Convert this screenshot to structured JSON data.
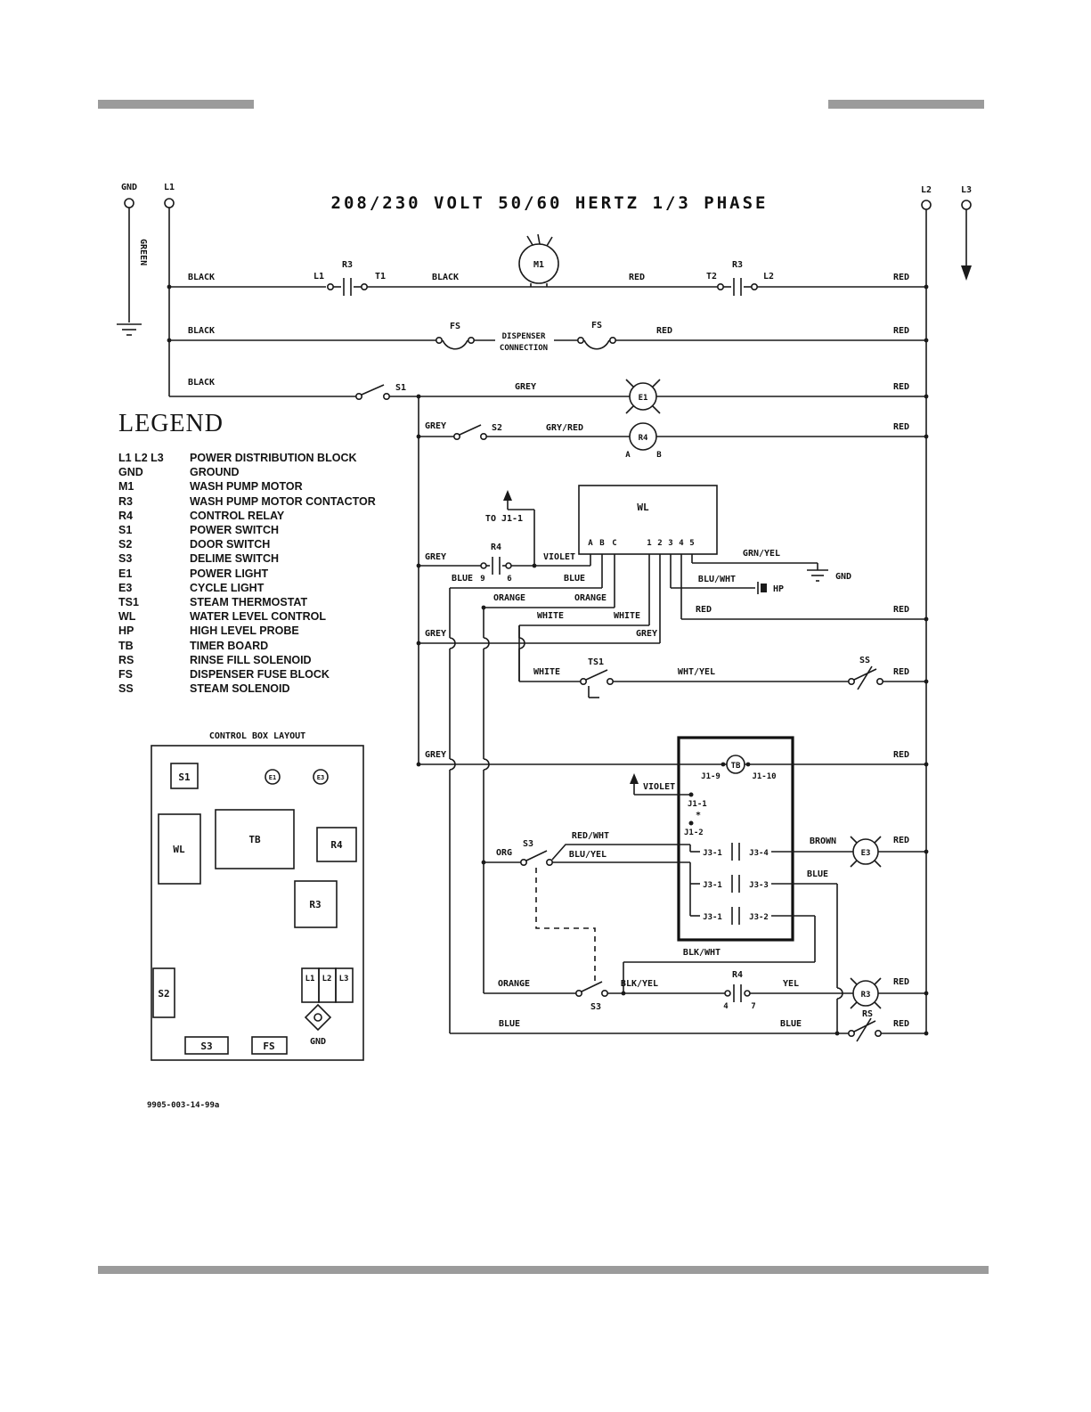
{
  "page": {
    "title": "208/230 VOLT 50/60 HERTZ 1/3 PHASE",
    "doc_code": "9905-003-14-99a"
  },
  "rails": {
    "gnd": "GND",
    "l1": "L1",
    "l2": "L2",
    "l3": "L3",
    "green": "GREEN"
  },
  "legend": {
    "heading": "LEGEND",
    "items": [
      {
        "key": "L1 L2 L3",
        "desc": "POWER DISTRIBUTION BLOCK"
      },
      {
        "key": "GND",
        "desc": "GROUND"
      },
      {
        "key": "M1",
        "desc": "WASH PUMP MOTOR"
      },
      {
        "key": "R3",
        "desc": "WASH PUMP MOTOR CONTACTOR"
      },
      {
        "key": "R4",
        "desc": "CONTROL RELAY"
      },
      {
        "key": "S1",
        "desc": "POWER SWITCH"
      },
      {
        "key": "S2",
        "desc": "DOOR SWITCH"
      },
      {
        "key": "S3",
        "desc": "DELIME SWITCH"
      },
      {
        "key": "E1",
        "desc": "POWER LIGHT"
      },
      {
        "key": "E3",
        "desc": "CYCLE LIGHT"
      },
      {
        "key": "TS1",
        "desc": "STEAM THERMOSTAT"
      },
      {
        "key": "WL",
        "desc": "WATER LEVEL CONTROL"
      },
      {
        "key": "HP",
        "desc": "HIGH LEVEL PROBE"
      },
      {
        "key": "TB",
        "desc": "TIMER BOARD"
      },
      {
        "key": "RS",
        "desc": "RINSE FILL SOLENOID"
      },
      {
        "key": "FS",
        "desc": "DISPENSER FUSE BLOCK"
      },
      {
        "key": "SS",
        "desc": "STEAM SOLENOID"
      }
    ]
  },
  "control_box": {
    "title": "CONTROL BOX LAYOUT",
    "s1": "S1",
    "e1": "E1",
    "e3": "E3",
    "wl": "WL",
    "tb": "TB",
    "r4": "R4",
    "r3": "R3",
    "s2": "S2",
    "l1": "L1",
    "l2": "L2",
    "l3": "L3",
    "gnd": "GND",
    "s3": "S3",
    "fs": "FS"
  },
  "sch": {
    "row1": {
      "black1": "BLACK",
      "l1": "L1",
      "r3a": "R3",
      "t1": "T1",
      "black2": "BLACK",
      "m1": "M1",
      "red1": "RED",
      "t2": "T2",
      "r3b": "R3",
      "l2": "L2",
      "red2": "RED"
    },
    "row2": {
      "black": "BLACK",
      "fs1": "FS",
      "disp1": "DISPENSER",
      "disp2": "CONNECTION",
      "fs2": "FS",
      "red1": "RED",
      "red2": "RED"
    },
    "row3": {
      "black": "BLACK",
      "s1": "S1",
      "grey": "GREY",
      "e1": "E1",
      "red": "RED"
    },
    "row4": {
      "grey": "GREY",
      "s2": "S2",
      "gryred": "GRY/RED",
      "r4": "R4",
      "a": "A",
      "b": "B",
      "red": "RED"
    },
    "wl": {
      "label": "WL",
      "toj11": "TO J1-1",
      "a": "A",
      "b": "B",
      "c": "C",
      "n1": "1",
      "n2": "2",
      "n3": "3",
      "n4": "4",
      "n5": "5"
    },
    "row5": {
      "grey": "GREY",
      "r4": "R4",
      "t9": "9",
      "t6": "6",
      "violet": "VIOLET",
      "grnyel": "GRN/YEL",
      "gnd": "GND"
    },
    "row6": {
      "blue1": "BLUE",
      "blue2": "BLUE",
      "bluwht": "BLU/WHT",
      "hp": "HP"
    },
    "row7": {
      "orange1": "ORANGE",
      "orange2": "ORANGE"
    },
    "row8": {
      "white1": "WHITE",
      "white2": "WHITE",
      "red1": "RED",
      "red2": "RED"
    },
    "row9": {
      "grey1": "GREY",
      "grey2": "GREY"
    },
    "row10": {
      "white": "WHITE",
      "ts1": "TS1",
      "whtyel": "WHT/YEL",
      "ss": "SS",
      "red": "RED"
    },
    "tbrow": {
      "grey": "GREY",
      "j19": "J1-9",
      "tb": "TB",
      "j110": "J1-10",
      "red": "RED"
    },
    "j1": {
      "violet": "VIOLET",
      "j11": "J1-1",
      "star": "*",
      "j12": "J1-2"
    },
    "s3a": {
      "org": "ORG",
      "s3": "S3",
      "redwht": "RED/WHT",
      "bluyel": "BLU/YEL"
    },
    "j3": {
      "r1l": "J3-1",
      "r1r": "J3-4",
      "r2l": "J3-1",
      "r2r": "J3-3",
      "r3l": "J3-1",
      "r3r": "J3-2",
      "brown": "BROWN",
      "e3": "E3",
      "red": "RED",
      "blue": "BLUE",
      "blkwht": "BLK/WHT"
    },
    "s3b": {
      "orange": "ORANGE",
      "s3": "S3",
      "blkyel": "BLK/YEL",
      "r4": "R4",
      "t4": "4",
      "t7": "7",
      "yel": "YEL",
      "r3": "R3",
      "red": "RED"
    },
    "rsrow": {
      "blue1": "BLUE",
      "blue2": "BLUE",
      "rs": "RS",
      "red": "RED"
    }
  }
}
